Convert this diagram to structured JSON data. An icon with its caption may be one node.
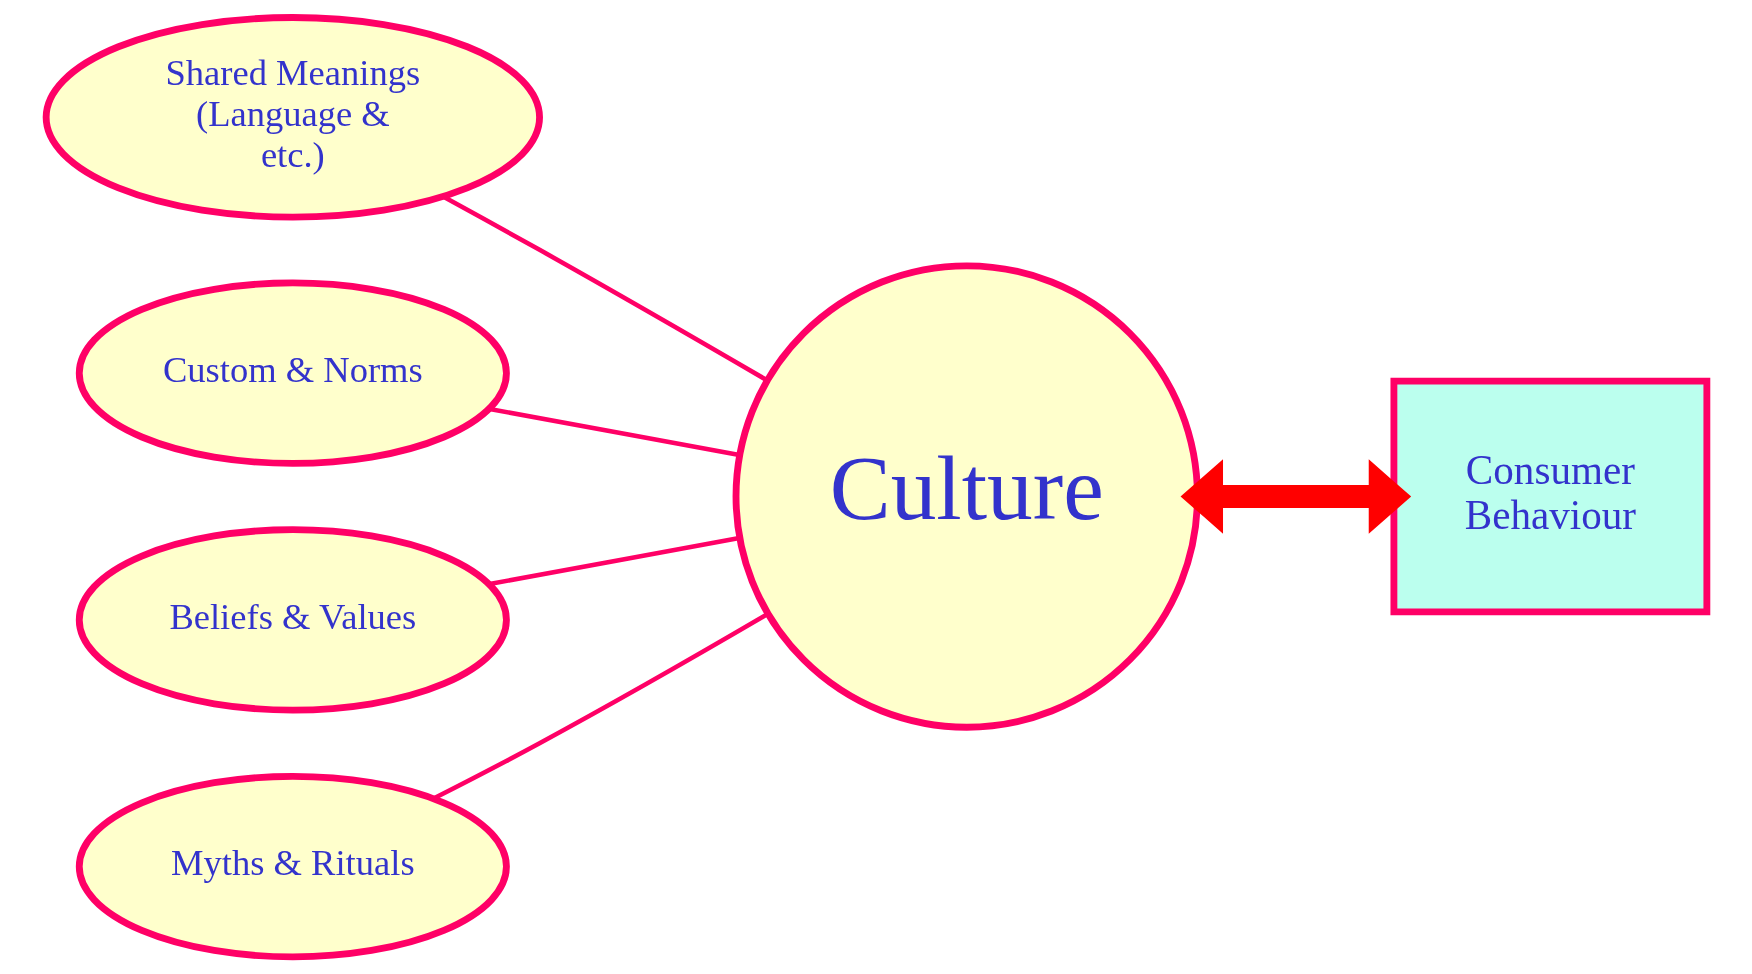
{
  "diagram": {
    "nodes": [
      {
        "text": [
          "Shared Meanings (Language & etc.)"
        ]
      },
      {
        "text": [
          "Custom & Norms"
        ]
      },
      {
        "text": [
          "Beliefs & Values"
        ]
      },
      {
        "text": [
          "Myths & Rituals"
        ]
      },
      {
        "text": [
          "Culture"
        ]
      },
      {
        "text": [
          "Consumer Behaviour"
        ]
      }
    ],
    "edges": [
      {
        "from": 0,
        "to": 4,
        "arrow": "none"
      },
      {
        "from": 1,
        "to": 4,
        "arrow": "none"
      },
      {
        "from": 2,
        "to": 4,
        "arrow": "none"
      },
      {
        "from": 3,
        "to": 4,
        "arrow": "none"
      },
      {
        "from": 4,
        "to": 5,
        "arrow": "both",
        "style": "thick",
        "color": "#ff0000"
      }
    ]
  }
}
